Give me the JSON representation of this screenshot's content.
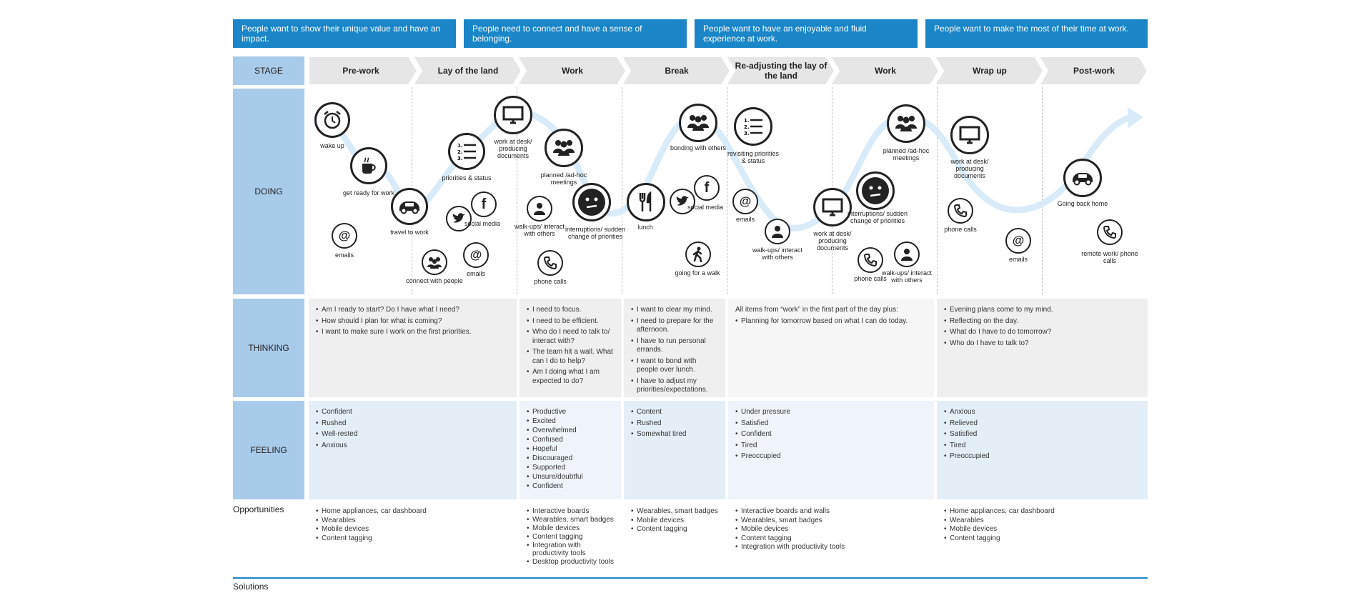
{
  "needs": [
    "People want to show their unique value and have an impact.",
    "People need to connect and have a sense of belonging.",
    "People want to have an enjoyable and fluid experience at work.",
    "People want to make the most of their time at work."
  ],
  "stage_label": "STAGE",
  "stages": [
    "Pre-work",
    "Lay of the land",
    "Work",
    "Break",
    "Re-adjusting the lay of the land",
    "Work",
    "Wrap up",
    "Post-work"
  ],
  "rows": {
    "doing": "DOING",
    "thinking": "THINKING",
    "feeling": "FEELING",
    "opportunities": "Opportunities",
    "solutions": "Solutions"
  },
  "doing_items": {
    "wake_up": "wake up",
    "get_ready": "get ready for work",
    "emails_1": "emails",
    "travel": "travel to work",
    "priorities": "priorities & status",
    "work_desk_1": "work at desk/ producing documents",
    "social_1": "social media",
    "connect": "connect with people",
    "emails_2": "emails",
    "planned_1": "planned /ad-hoc meetings",
    "walkups_1": "walk-ups/ interact with others",
    "interruptions_1": "interruptions/ sudden change of priorities",
    "phone_1": "phone calls",
    "lunch": "lunch",
    "bonding": "bonding with others",
    "social_2": "social media",
    "walk": "going for a walk",
    "revisiting": "revisiting priorities & status",
    "emails_3": "emails",
    "walkups_2": "walk-ups/ interact with others",
    "work_desk_2": "work at desk/ producing documents",
    "interruptions_2": "interruptions/ sudden change of priorities",
    "phone_2": "phone calls",
    "walkups_3": "walk-ups/ interact with others",
    "planned_2": "planned /ad-hoc meetings",
    "work_desk_3": "work at desk/ producing documents",
    "phone_3": "phone calls",
    "emails_4": "emails",
    "going_home": "Going back home",
    "remote": "remote work/ phone calls"
  },
  "thinking": {
    "prework": [
      "Am I ready to start? Do I have what I need?",
      "How should I plan for what is coming?",
      "I want to make sure I work on the first priorities."
    ],
    "work": [
      "I need to focus.",
      "I need to be efficient.",
      "Who do I need to talk to/ interact with?",
      "The team hit a wall. What can I do to help?",
      "Am I doing what I am expected to do?"
    ],
    "break": [
      "I want to clear my mind.",
      "I need to prepare for the afternoon.",
      "I have to run personal errands.",
      "I want to bond with people over lunch.",
      "I have to adjust my priorities/expectations."
    ],
    "readjust_intro": "All items from “work” in the first part of the day plus:",
    "readjust": [
      "Planning for tomorrow based on what I can do today."
    ],
    "wrapup": [
      "Evening plans come to my mind.",
      "Reflecting on the day.",
      "What do I have to do tomorrow?",
      "Who do I have to talk to?"
    ]
  },
  "feeling": {
    "prework": [
      "Confident",
      "Rushed",
      "Well-rested",
      "Anxious"
    ],
    "work": [
      "Productive",
      "Excited",
      "Overwhelmed",
      "Confused",
      "Hopeful",
      "Discouraged",
      "Supported",
      "Unsure/doubtful",
      "Confident"
    ],
    "break": [
      "Content",
      "Rushed",
      "Somewhat tired"
    ],
    "readjust": [
      "Under pressure",
      "Satisfied",
      "Confident",
      "Tired",
      "Preoccupied"
    ],
    "wrapup": [
      "Anxious",
      "Relieved",
      "Satisfied",
      "Tired",
      "Preoccupied"
    ]
  },
  "opportunities": {
    "prework": [
      "Home appliances, car dashboard",
      "Wearables",
      "Mobile devices",
      "Content tagging"
    ],
    "work": [
      "Interactive boards",
      "Wearables, smart badges",
      "Mobile devices",
      "Content tagging",
      "Integration with productivity tools",
      "Desktop productivity tools"
    ],
    "break": [
      "Wearables, smart badges",
      "Mobile devices",
      "Content tagging"
    ],
    "readjust": [
      "Interactive boards and walls",
      "Wearables, smart badges",
      "Mobile devices",
      "Content tagging",
      "Integration with productivity tools"
    ],
    "wrapup": [
      "Home appliances, car dashboard",
      "Wearables",
      "Mobile devices",
      "Content tagging"
    ]
  },
  "colors": {
    "need_bg": "#1a86c8",
    "label_bg": "#a9cbea",
    "stage_bg": "#e4e4e4",
    "path": "#d9ebf9"
  }
}
